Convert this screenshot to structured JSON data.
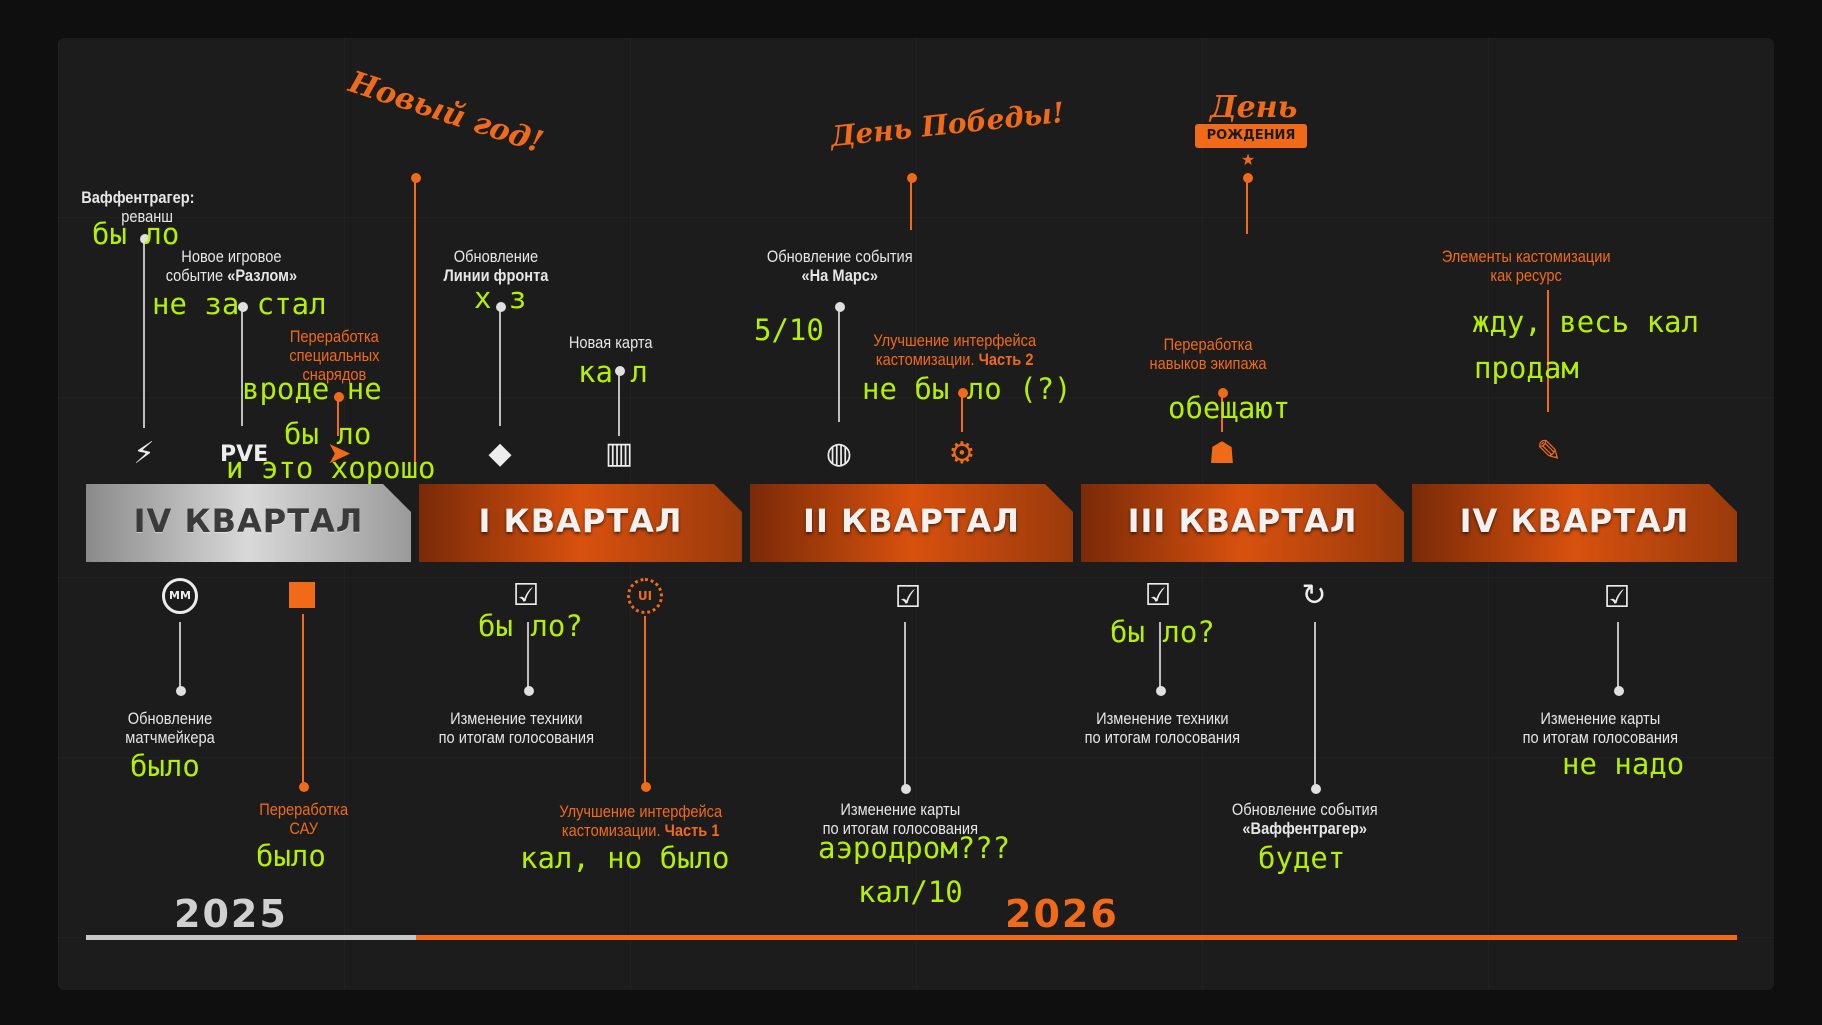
{
  "events": {
    "ny_script": "Новый год!",
    "victory_script": "День Победы!",
    "bday_title": "День",
    "bday_ribbon": "РОЖДЕНИЯ"
  },
  "top": {
    "waffen_title": "Ваффентрагер:",
    "waffen_sub": "реванш",
    "razlom_l1": "Новое игровое",
    "razlom_l2a": "событие ",
    "razlom_l2b": "«Разлом»",
    "shells_l1": "Переработка",
    "shells_l2": "специальных",
    "shells_l3": "снарядов",
    "front_l1": "Обновление",
    "front_l2": "Линии фронта",
    "newmap": "Новая карта",
    "mars_l1": "Обновление события",
    "mars_l2": "«На Марс»",
    "ui2_l1": "Улучшение интерфейса",
    "ui2_l2a": "кастомизации. ",
    "ui2_l2b": "Часть 2",
    "crew_l1": "Переработка",
    "crew_l2": "навыков экипажа",
    "cust_l1": "Элементы кастомизации",
    "cust_l2": "как ресурс",
    "pve": "PVE"
  },
  "quarters": [
    "IV КВАРТАЛ",
    "I КВАРТАЛ",
    "II КВАРТАЛ",
    "III КВАРТАЛ",
    "IV КВАРТАЛ"
  ],
  "bottom": {
    "mm_icon_text": "MM",
    "mm_l1": "Обновление",
    "mm_l2": "матчмейкера",
    "sau_l1": "Переработка",
    "sau_l2": "САУ",
    "tech1_l1": "Изменение техники",
    "tech1_l2": "по итогам голосования",
    "ui1_l1": "Улучшение интерфейса",
    "ui1_l2a": "кастомизации. ",
    "ui1_l2b": "Часть 1",
    "map1_l1": "Изменение карты",
    "map1_l2": "по итогам голосования",
    "tech2_l1": "Изменение техники",
    "tech2_l2": "по итогам голосования",
    "wt_l1": "Обновление события",
    "wt_l2": "«Ваффентрагер»",
    "map2_l1": "Изменение карты",
    "map2_l2": "по итогам голосования",
    "ui_icon_text": "UI"
  },
  "years": {
    "y2025": "2025",
    "y2026": "2026"
  },
  "notes": {
    "n1": "бы ло",
    "n2": "не за стал",
    "n3a": "вроде не",
    "n3b": "бы ло",
    "n3c": "и это хорошо",
    "n4": "х з",
    "n5": "ка л",
    "n6": "5/10",
    "n7": "не бы ло (?)",
    "n8": "обещают",
    "n9a": "жду, весь кал",
    "n9b": "продам",
    "n10": "было",
    "n11": "было",
    "n12": "бы ло?",
    "n13": "кал, но было",
    "n14a": "аэродром???",
    "n14b": "кал/10",
    "n15": "бы ло?",
    "n16": "будет",
    "n17": "не надо"
  },
  "colors": {
    "accent": "#f06a18",
    "notes": "#b4f000",
    "background": "#1c1c1c",
    "past_quarter": "#c8c8c8"
  }
}
